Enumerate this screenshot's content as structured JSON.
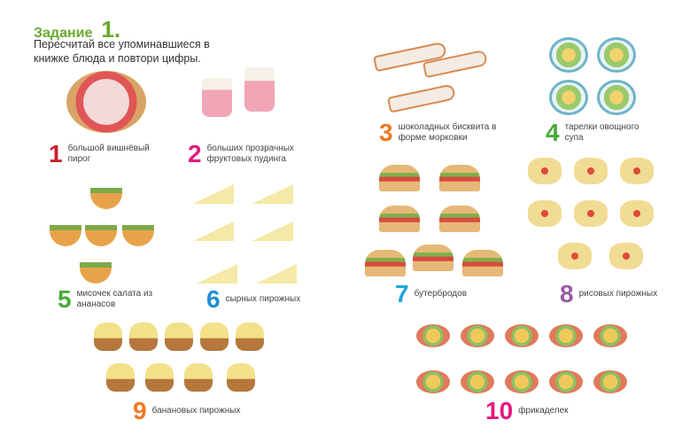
{
  "task": {
    "label": "Задание",
    "number": "1.",
    "text": "Пересчитай все упоминавшиеся в книжке блюда и повтори цифры."
  },
  "items": [
    {
      "number": "1",
      "text": "большой вишнёвый пирог",
      "color": "#c8202f"
    },
    {
      "number": "2",
      "text": "больших прозрачных фруктовых пудинга",
      "color": "#e6197f"
    },
    {
      "number": "3",
      "text": "шоколадных бисквита в форме морковки",
      "color": "#f07a22"
    },
    {
      "number": "4",
      "text": "тарелки овощного супа",
      "color": "#4aab3a"
    },
    {
      "number": "5",
      "text": "мисочек салата из ананасов",
      "color": "#4aab3a"
    },
    {
      "number": "6",
      "text": "сырных пирожных",
      "color": "#1e8fd6"
    },
    {
      "number": "7",
      "text": "бутербродов",
      "color": "#1aa8d9"
    },
    {
      "number": "8",
      "text": "рисовых пирожных",
      "color": "#9b59a6"
    },
    {
      "number": "9",
      "text": "банановых пирожных",
      "color": "#f07a22"
    },
    {
      "number": "10",
      "text": "фрикаделек",
      "color": "#e6197f"
    }
  ]
}
